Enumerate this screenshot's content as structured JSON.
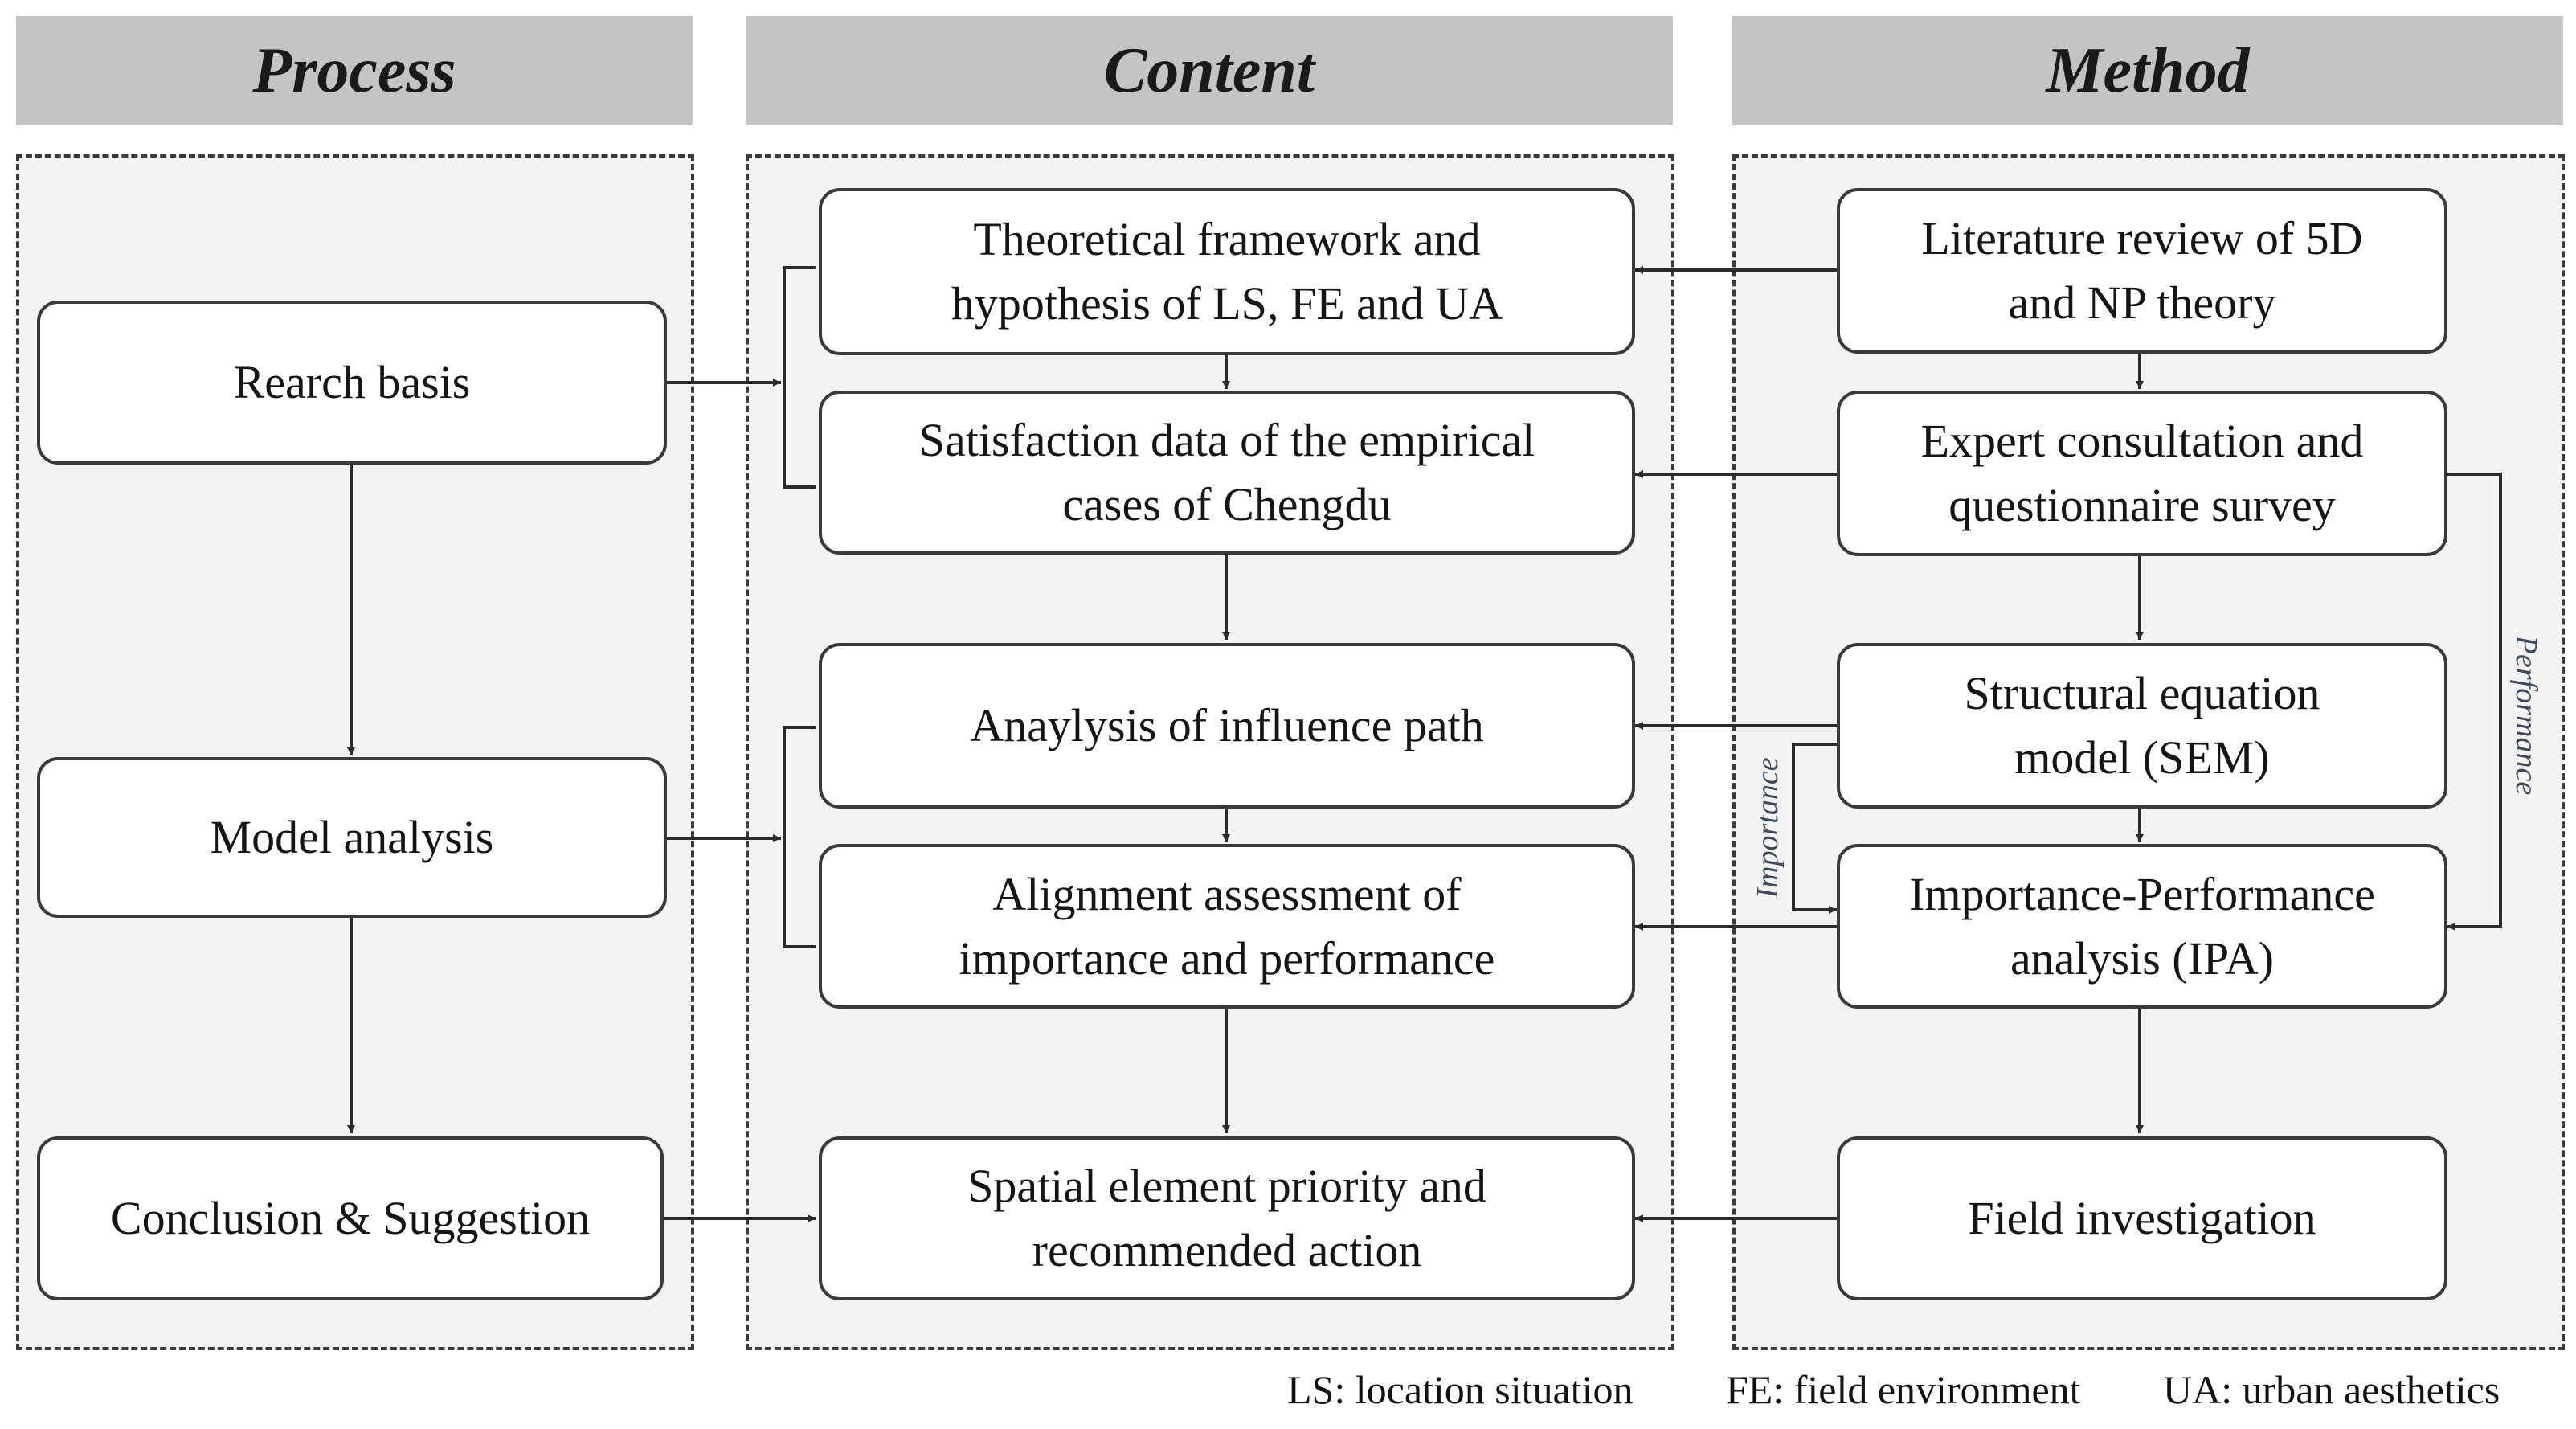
{
  "headers": {
    "process": "Process",
    "content": "Content",
    "method": "Method"
  },
  "process": {
    "research_basis": "Rearch basis",
    "model_analysis": "Model analysis",
    "conclusion": "Conclusion & Suggestion"
  },
  "content": {
    "theoretical_l1": "Theoretical framework and",
    "theoretical_l2": "hypothesis  of LS, FE and UA",
    "satisfaction_l1": "Satisfaction data of the empirical",
    "satisfaction_l2": "cases of Chengdu",
    "influence": "Anaylysis of influence path",
    "alignment_l1": "Alignment assessment of",
    "alignment_l2": "importance and performance",
    "spatial_l1": "Spatial element priority and",
    "spatial_l2": "recommended action"
  },
  "method": {
    "literature_l1": "Literature review of 5D",
    "literature_l2": "and NP theory",
    "expert_l1": "Expert consultation and",
    "expert_l2": "questionnaire survey",
    "sem_l1": "Structural equation",
    "sem_l2": "model (SEM)",
    "ipa_l1": "Importance-Performance",
    "ipa_l2": "analysis (IPA)",
    "field": "Field investigation"
  },
  "edge_labels": {
    "importance": "Importance",
    "performance": "Performance"
  },
  "footnote": {
    "ls": "LS: location situation",
    "fe": "FE: field environment",
    "ua": "UA: urban aesthetics"
  },
  "colors": {
    "header_bg": "#c4c4c4",
    "column_bg": "#f3f3f3",
    "line": "#3a3a3a",
    "edge_label": "#3b4a5e"
  }
}
